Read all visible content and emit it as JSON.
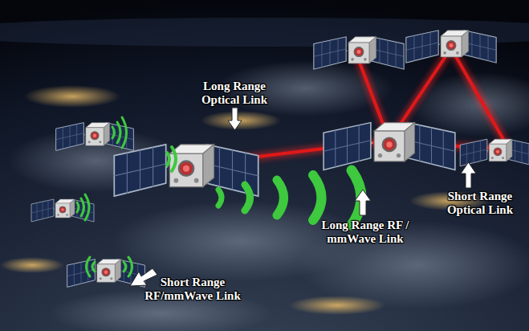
{
  "diagram": {
    "labels": [
      "Long Range Optical Link",
      "Long Range RF / mmWave Link",
      "Short Range Optical Link",
      "Short Range RF/mmWave Link"
    ]
  }
}
